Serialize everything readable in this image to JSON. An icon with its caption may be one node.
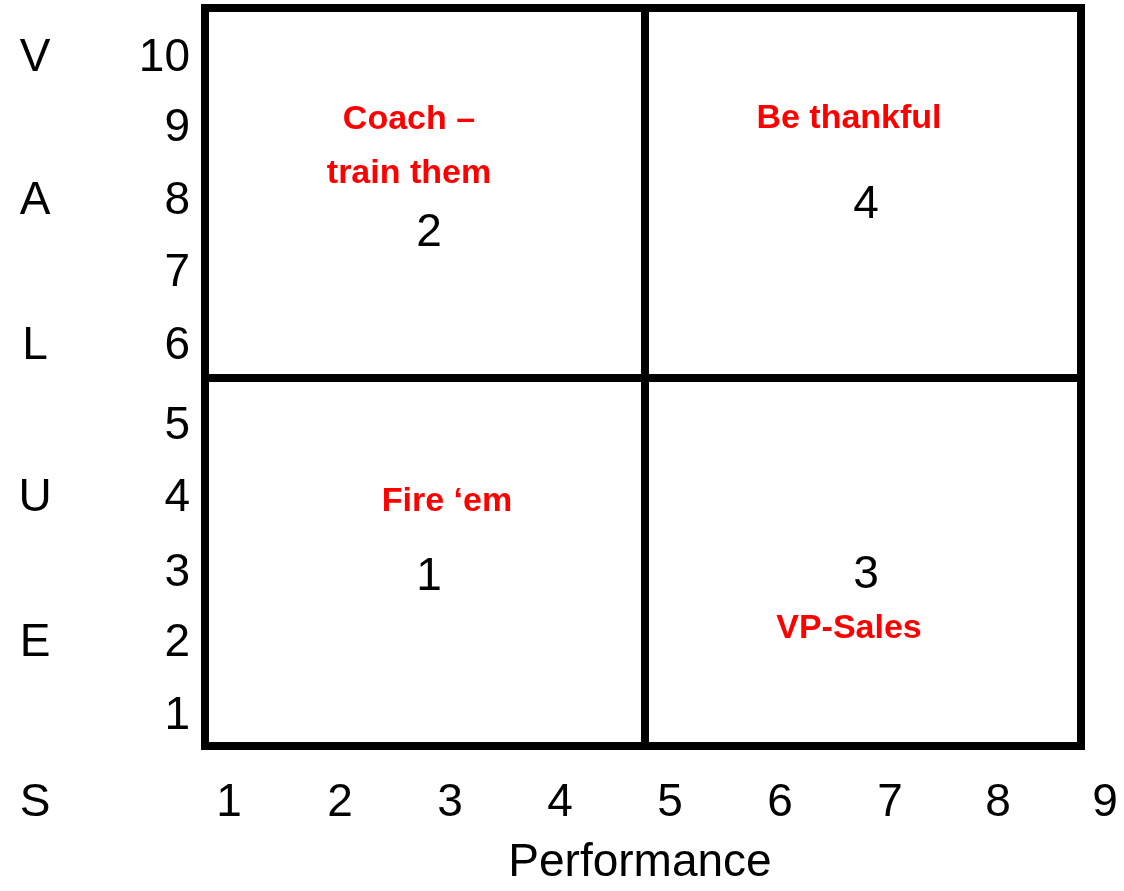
{
  "diagram": {
    "nodes": [
      {
        "text": [
          "Coach – train them",
          "2"
        ]
      },
      {
        "text": [
          "Be thankful",
          "4"
        ]
      },
      {
        "text": [
          "Fire ‘em",
          "1"
        ]
      },
      {
        "text": [
          "3",
          "VP-Sales"
        ]
      }
    ],
    "edges": [],
    "labels": [
      "V",
      "10",
      "9",
      "A",
      "8",
      "7",
      "L",
      "6",
      "5",
      "U",
      "4",
      "3",
      "E",
      "2",
      "1",
      "S",
      "1",
      "2",
      "3",
      "4",
      "5",
      "6",
      "7",
      "8",
      "9",
      "Performance"
    ]
  }
}
